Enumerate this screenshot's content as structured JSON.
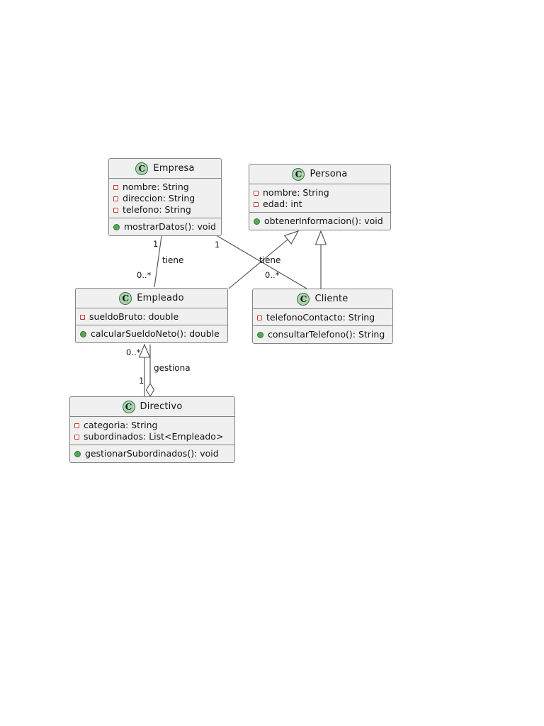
{
  "diagram": {
    "type": "uml-class-diagram",
    "icon_letter": "C",
    "colors": {
      "box_fill": "#f0f0f0",
      "box_border": "#838383",
      "line": "#4c4c4c",
      "class_icon_fill": "#add1b2",
      "class_icon_border": "#2f7d3b",
      "field_icon_border": "#c13832",
      "method_icon_fill": "#5da25d",
      "text": "#141414",
      "background": "#ffffff"
    },
    "classes": [
      {
        "name": "Empresa",
        "attributes": [
          "nombre: String",
          "direccion: String",
          "telefono: String"
        ],
        "methods": [
          "mostrarDatos(): void"
        ]
      },
      {
        "name": "Persona",
        "attributes": [
          "nombre: String",
          "edad: int"
        ],
        "methods": [
          "obtenerInformacion(): void"
        ]
      },
      {
        "name": "Empleado",
        "attributes": [
          "sueldoBruto: double"
        ],
        "methods": [
          "calcularSueldoNeto(): double"
        ]
      },
      {
        "name": "Cliente",
        "attributes": [
          "telefonoContacto: String"
        ],
        "methods": [
          "consultarTelefono(): String"
        ]
      },
      {
        "name": "Directivo",
        "attributes": [
          "categoria: String",
          "subordinados: List<Empleado>"
        ],
        "methods": [
          "gestionarSubordinados(): void"
        ]
      }
    ],
    "relationships": [
      {
        "type": "association",
        "from": "Empresa",
        "to": "Empleado",
        "label": "tiene",
        "from_mult": "1",
        "to_mult": "0..*"
      },
      {
        "type": "association",
        "from": "Empresa",
        "to": "Cliente",
        "label": "tiene",
        "from_mult": "1",
        "to_mult": "0..*"
      },
      {
        "type": "generalization",
        "from": "Empleado",
        "to": "Persona"
      },
      {
        "type": "generalization",
        "from": "Cliente",
        "to": "Persona"
      },
      {
        "type": "generalization",
        "from": "Directivo",
        "to": "Empleado"
      },
      {
        "type": "aggregation",
        "from": "Directivo",
        "to": "Empleado",
        "label": "gestiona",
        "from_mult": "1",
        "to_mult": "0..*"
      }
    ]
  }
}
